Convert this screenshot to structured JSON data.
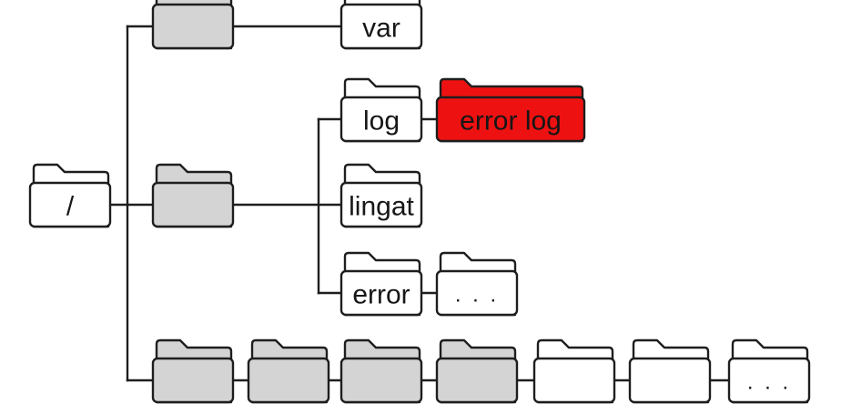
{
  "diagram": {
    "colors": {
      "line": "#1e1e1e",
      "folder_grey": "#d4d4d4",
      "folder_white": "#ffffff",
      "highlight": "#ee1111",
      "label_dark": "#161616",
      "label_on_highlight": "#3a0000"
    },
    "folders": [
      {
        "id": "root",
        "label": "/",
        "fill": "white"
      },
      {
        "id": "top-dir",
        "label": "",
        "fill": "grey"
      },
      {
        "id": "var",
        "label": "var",
        "fill": "white"
      },
      {
        "id": "mid-dir",
        "label": "",
        "fill": "grey"
      },
      {
        "id": "log",
        "label": "log",
        "fill": "white"
      },
      {
        "id": "error-log",
        "label": "error log",
        "fill": "red",
        "highlighted": true
      },
      {
        "id": "lingat",
        "label": "lingat",
        "fill": "white"
      },
      {
        "id": "error",
        "label": "error",
        "fill": "white"
      },
      {
        "id": "error-more",
        "label": ". . .",
        "fill": "white"
      },
      {
        "id": "bottom-1",
        "label": "",
        "fill": "grey"
      },
      {
        "id": "bottom-2",
        "label": "",
        "fill": "grey"
      },
      {
        "id": "bottom-3",
        "label": "",
        "fill": "grey"
      },
      {
        "id": "bottom-4",
        "label": "",
        "fill": "grey"
      },
      {
        "id": "bottom-5",
        "label": "",
        "fill": "white"
      },
      {
        "id": "bottom-6",
        "label": "",
        "fill": "white"
      },
      {
        "id": "bottom-more",
        "label": ". . .",
        "fill": "white"
      }
    ],
    "connections": [
      [
        "root",
        "top-dir"
      ],
      [
        "root",
        "mid-dir"
      ],
      [
        "root",
        "bottom-1"
      ],
      [
        "top-dir",
        "var"
      ],
      [
        "mid-dir",
        "log"
      ],
      [
        "mid-dir",
        "lingat"
      ],
      [
        "mid-dir",
        "error"
      ],
      [
        "log",
        "error-log"
      ],
      [
        "error",
        "error-more"
      ],
      [
        "bottom-1",
        "bottom-2"
      ],
      [
        "bottom-2",
        "bottom-3"
      ],
      [
        "bottom-3",
        "bottom-4"
      ],
      [
        "bottom-4",
        "bottom-5"
      ],
      [
        "bottom-5",
        "bottom-6"
      ],
      [
        "bottom-6",
        "bottom-more"
      ]
    ]
  }
}
